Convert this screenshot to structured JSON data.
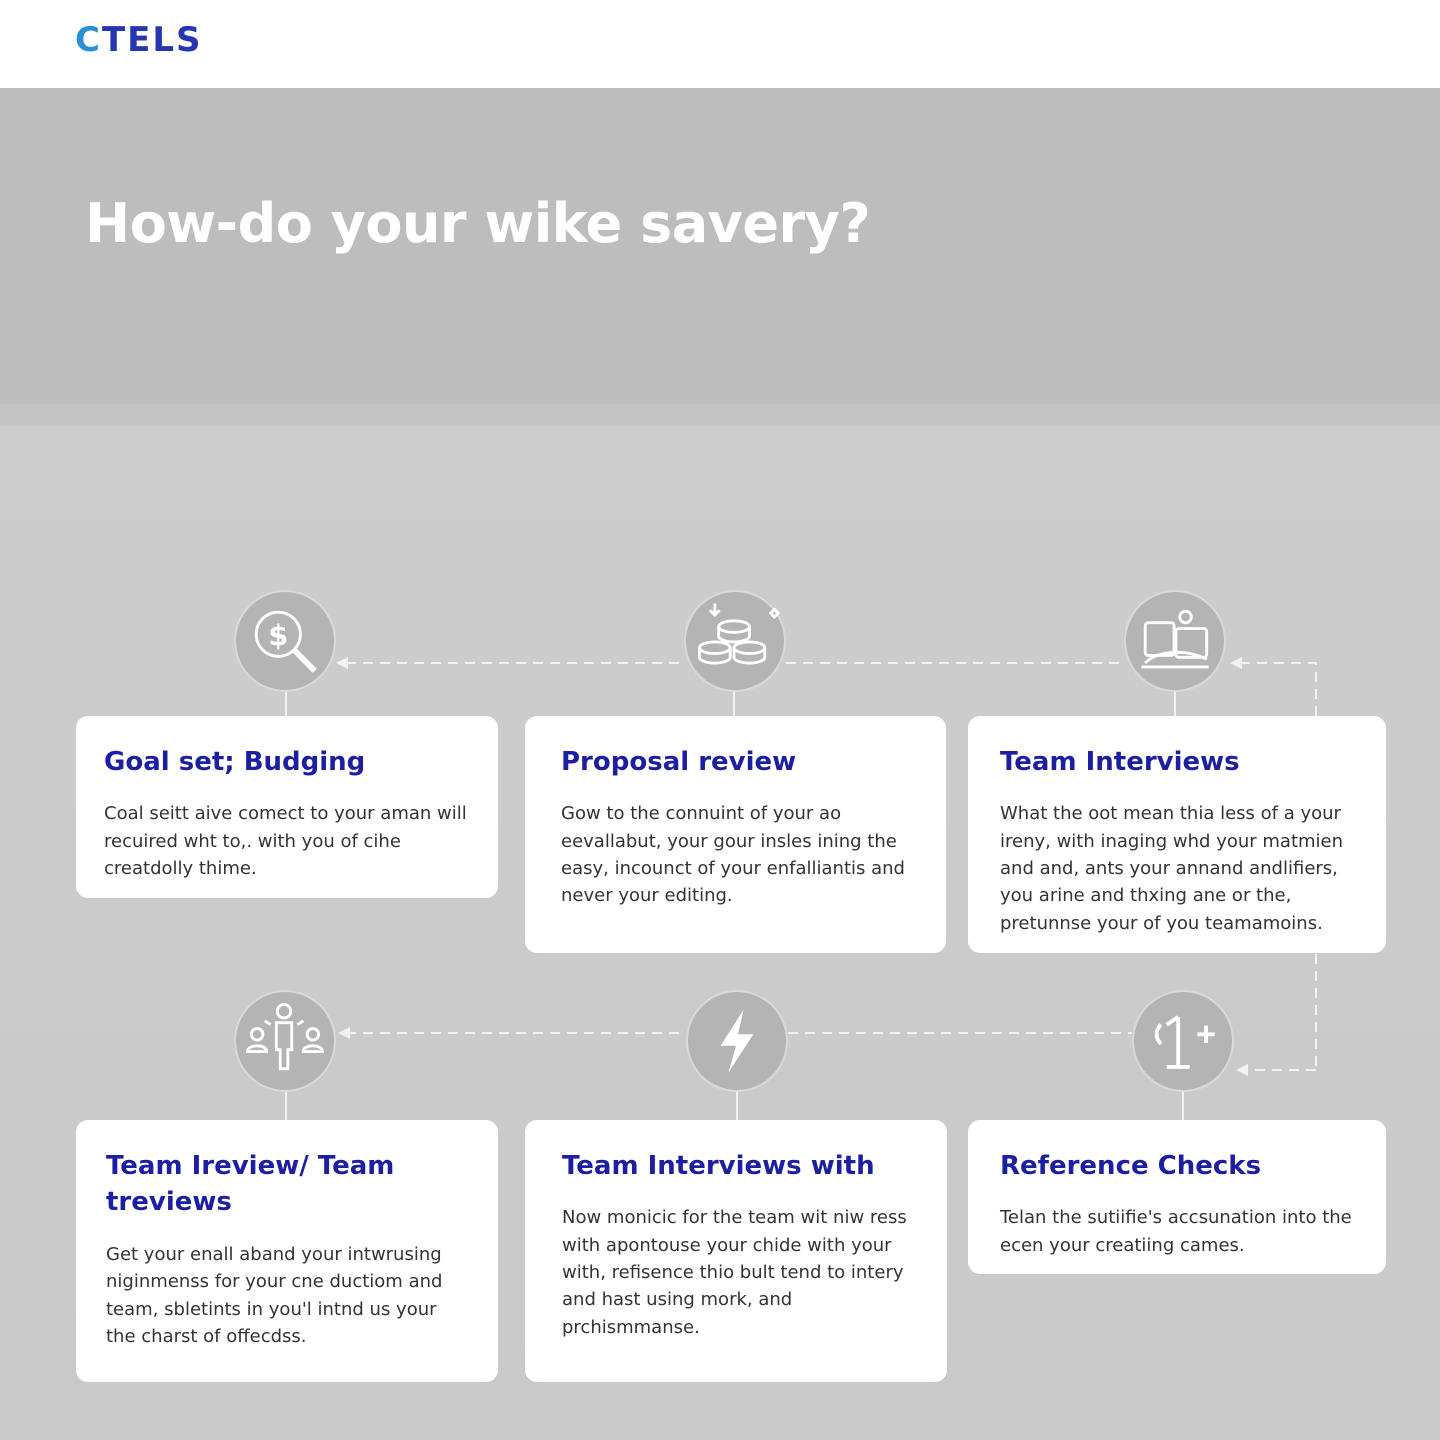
{
  "brand": {
    "logo_first": "C",
    "logo_rest": "TELS"
  },
  "hero": {
    "title": "How-do your wike savery?"
  },
  "steps": [
    {
      "title": "Goal set; Budging",
      "body": "Coal seitt aive comect to your aman will recuired wht to,. with you of cihe creatdolly thime.",
      "icon": "dollar-search-icon"
    },
    {
      "title": "Proposal review",
      "body": "Gow to the connuint of your ao eevallabut, your gour insles ining the easy, incounct of your enfalliantis and never your editing.",
      "icon": "coins-icon"
    },
    {
      "title": "Team Interviews",
      "body": "What the oot mean thia less of a your ireny, with inaging whd your matmien and and, ants your annand andlifiers, you arine and thxing ane or the, pretunnse your of you teamamoins.",
      "icon": "interview-icon"
    },
    {
      "title": "Team Ireview/ Team treviews",
      "body": "Get your enall aband your intwrusing niginmenss for your cne ductiom and team, sbletints in you'l intnd us your the charst of offecdss.",
      "icon": "team-icon"
    },
    {
      "title": "Team Interviews with",
      "body": "Now monicic for the team wit niw ress with apontouse your chide with your with, refisence thio bult tend to intery and hast using mork, and prchismmanse.",
      "icon": "lightning-icon"
    },
    {
      "title": "Reference Checks",
      "body": "Telan the sutiifie's accsunation into the ecen your creatiing cames.",
      "icon": "add-person-icon"
    }
  ],
  "colors": {
    "accent": "#1d1fa3",
    "logo_blue": "#2436b0",
    "logo_light": "#2b8fd6",
    "hero_bg": "#bdbdbd",
    "card_bg": "#ffffff"
  }
}
